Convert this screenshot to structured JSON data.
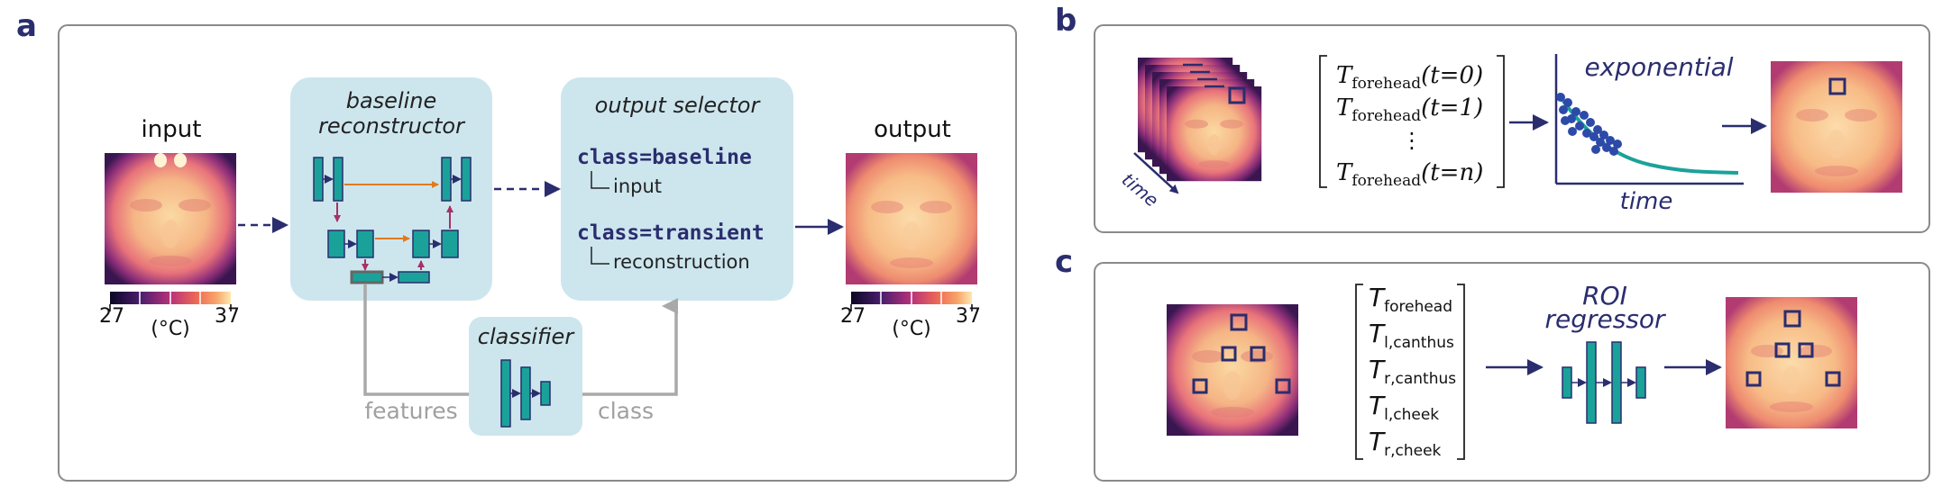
{
  "colors": {
    "navy": "#2a2d6e",
    "teal": "#1aa29a",
    "lightblue": "#cde6ee",
    "orange": "#e07a1e",
    "magenta": "#a8306a",
    "gray": "#a9a9a9",
    "frame": "#8a8a8a"
  },
  "panel_a": {
    "letter": "a",
    "input_label": "input",
    "output_label": "output",
    "colorbar_min": "27",
    "colorbar_max": "37",
    "colorbar_unit": "(°C)",
    "reconstructor_title_1": "baseline",
    "reconstructor_title_2": "reconstructor",
    "selector_title": "output selector",
    "line1_code": "class=baseline",
    "line1_sub": "input",
    "line2_code": "class=transient",
    "line2_sub": "reconstruction",
    "classifier_title": "classifier",
    "features_label": "features",
    "class_label": "class"
  },
  "panel_b": {
    "letter": "b",
    "time_label": "time",
    "vector": [
      "T_forehead(t=0)",
      "T_forehead(t=1)",
      "⋮",
      "T_forehead(t=n)"
    ],
    "vec_T": "T",
    "vec_sub": "forehead",
    "vec_args": [
      "(t=0)",
      "(t=1)",
      "(t=n)"
    ],
    "vec_dots": "⋮",
    "fit_label": "exponential",
    "xaxis_label": "time"
  },
  "panel_c": {
    "letter": "c",
    "vec_T": "T",
    "vec_subs": [
      "forehead",
      "l,canthus",
      "r,canthus",
      "l,cheek",
      "r,cheek"
    ],
    "regressor_title_1": "ROI",
    "regressor_title_2": "regressor"
  }
}
